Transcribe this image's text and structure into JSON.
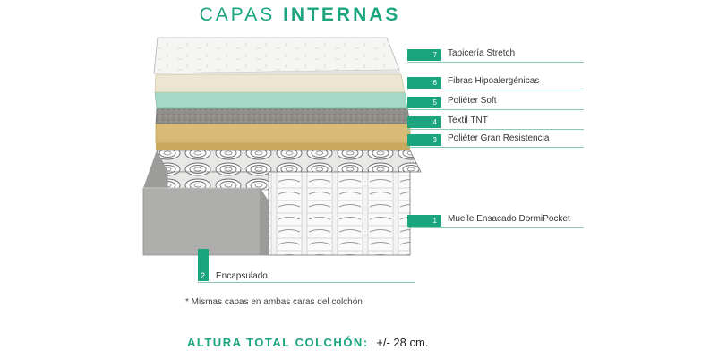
{
  "title": {
    "part1": "CAPAS",
    "part2": "INTERNAS"
  },
  "layers": [
    {
      "num": "7",
      "label": "Tapicería Stretch"
    },
    {
      "num": "6",
      "label": "Fibras Hipoalergénicas"
    },
    {
      "num": "5",
      "label": "Poliéter Soft"
    },
    {
      "num": "4",
      "label": "Textil TNT"
    },
    {
      "num": "3",
      "label": "Poliéter Gran Resistencia"
    },
    {
      "num": "1",
      "label": "Muelle Ensacado DormiPocket"
    }
  ],
  "encapsulado": {
    "num": "2",
    "label": "Encapsulado"
  },
  "note": "* Mismas capas en ambas caras del colchón",
  "total": {
    "label": "ALTURA TOTAL COLCHÓN:",
    "value": "+/- 28 cm."
  },
  "colors": {
    "accent": "#1aa57f",
    "fibras": "#ece6d0",
    "soft": "#a3d9c6",
    "tnt": "#8c8b86",
    "resistencia": "#d8bb74",
    "encapsulado": "#aeaeac"
  }
}
